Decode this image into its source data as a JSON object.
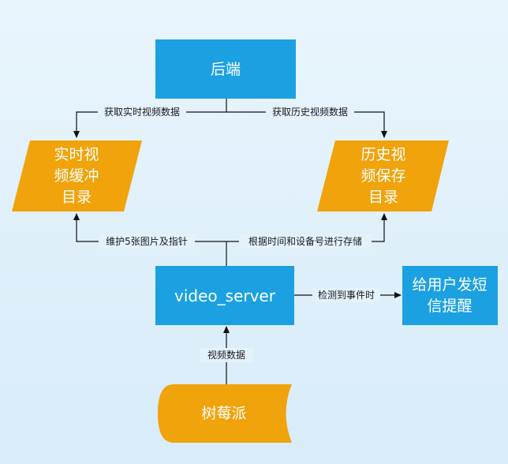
{
  "nodes": {
    "backend": {
      "label": "后端",
      "color": "#1ba1e2"
    },
    "realtime_dir": {
      "lines": [
        "实时视",
        "频缓冲",
        "目录"
      ],
      "color": "#f0a30a"
    },
    "history_dir": {
      "lines": [
        "历史视",
        "频保存",
        "目录"
      ],
      "color": "#f0a30a"
    },
    "video_server": {
      "label": "video_server",
      "color": "#1ba1e2"
    },
    "sms_alert": {
      "lines": [
        "给用户发短",
        "信提醒"
      ],
      "color": "#1ba1e2"
    },
    "raspberry_pi": {
      "label": "树莓派",
      "color": "#f0a30a"
    }
  },
  "edges": {
    "get_realtime": "获取实时视频数据",
    "get_history": "获取历史视频数据",
    "maintain_images": "维护5张图片及指针",
    "store_by_time_device": "根据时间和设备号进行存储",
    "on_event": "检测到事件时",
    "video_data": "视频数据"
  }
}
